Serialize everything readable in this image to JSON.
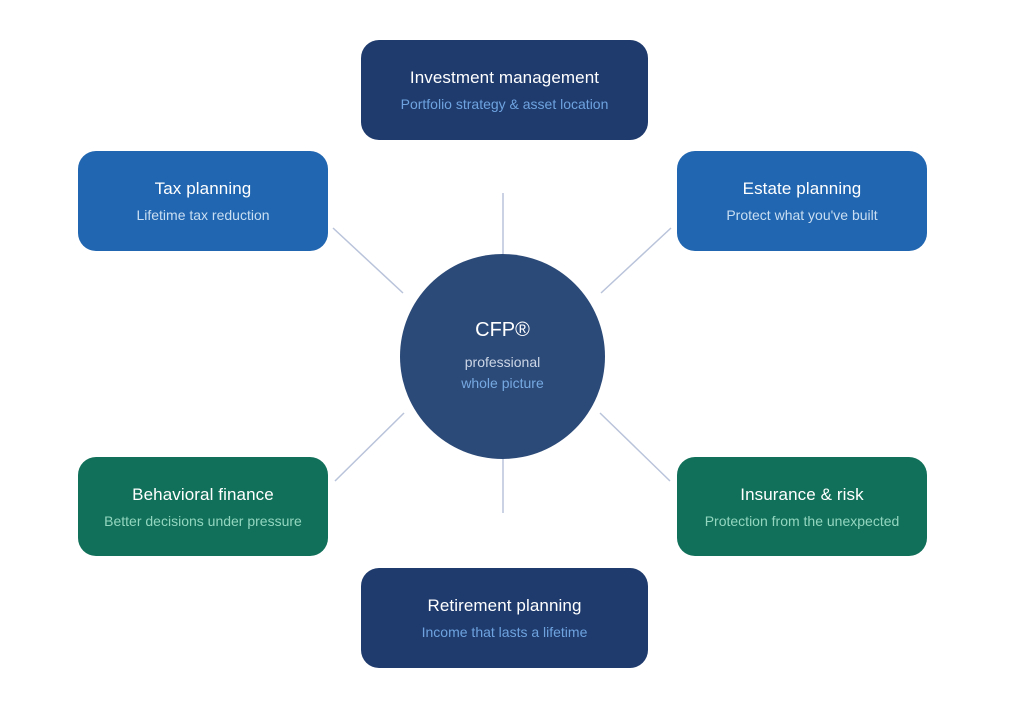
{
  "diagram": {
    "background": "#ffffff",
    "hub": {
      "title": "CFP®",
      "line1": "professional",
      "line2": "whole picture",
      "bg": "#2c4a78",
      "title_color": "#ffffff",
      "line1_color": "#ccd6e6",
      "line2_color": "#76a9e2"
    },
    "nodes": [
      {
        "title": "Investment management",
        "subtitle": "Portfolio strategy & asset location",
        "bg": "#1f3b6d",
        "title_color": "#ffffff",
        "subtitle_color": "#6ea3e0",
        "position": "top"
      },
      {
        "title": "Tax planning",
        "subtitle": "Lifetime tax reduction",
        "bg": "#2166b0",
        "title_color": "#ffffff",
        "subtitle_color": "#c9def2",
        "position": "top-left"
      },
      {
        "title": "Estate planning",
        "subtitle": "Protect what you've built",
        "bg": "#2166b0",
        "title_color": "#ffffff",
        "subtitle_color": "#c9def2",
        "position": "top-right"
      },
      {
        "title": "Behavioral finance",
        "subtitle": "Better decisions under pressure",
        "bg": "#117059",
        "title_color": "#ffffff",
        "subtitle_color": "#93d6c0",
        "position": "bottom-left"
      },
      {
        "title": "Insurance & risk",
        "subtitle": "Protection from the unexpected",
        "bg": "#117059",
        "title_color": "#ffffff",
        "subtitle_color": "#93d6c0",
        "position": "bottom-right"
      },
      {
        "title": "Retirement planning",
        "subtitle": "Income that lasts a lifetime",
        "bg": "#1f3b6d",
        "title_color": "#ffffff",
        "subtitle_color": "#6ea3e0",
        "position": "bottom"
      }
    ],
    "connectors": {
      "color": "#b9c3da",
      "stroke_width": 1.5,
      "lines": [
        [
          503,
          193,
          503,
          254
        ],
        [
          333,
          228,
          403,
          293
        ],
        [
          671,
          228,
          601,
          293
        ],
        [
          335,
          481,
          404,
          413
        ],
        [
          670,
          481,
          600,
          413
        ],
        [
          503,
          458,
          503,
          513
        ]
      ]
    }
  }
}
